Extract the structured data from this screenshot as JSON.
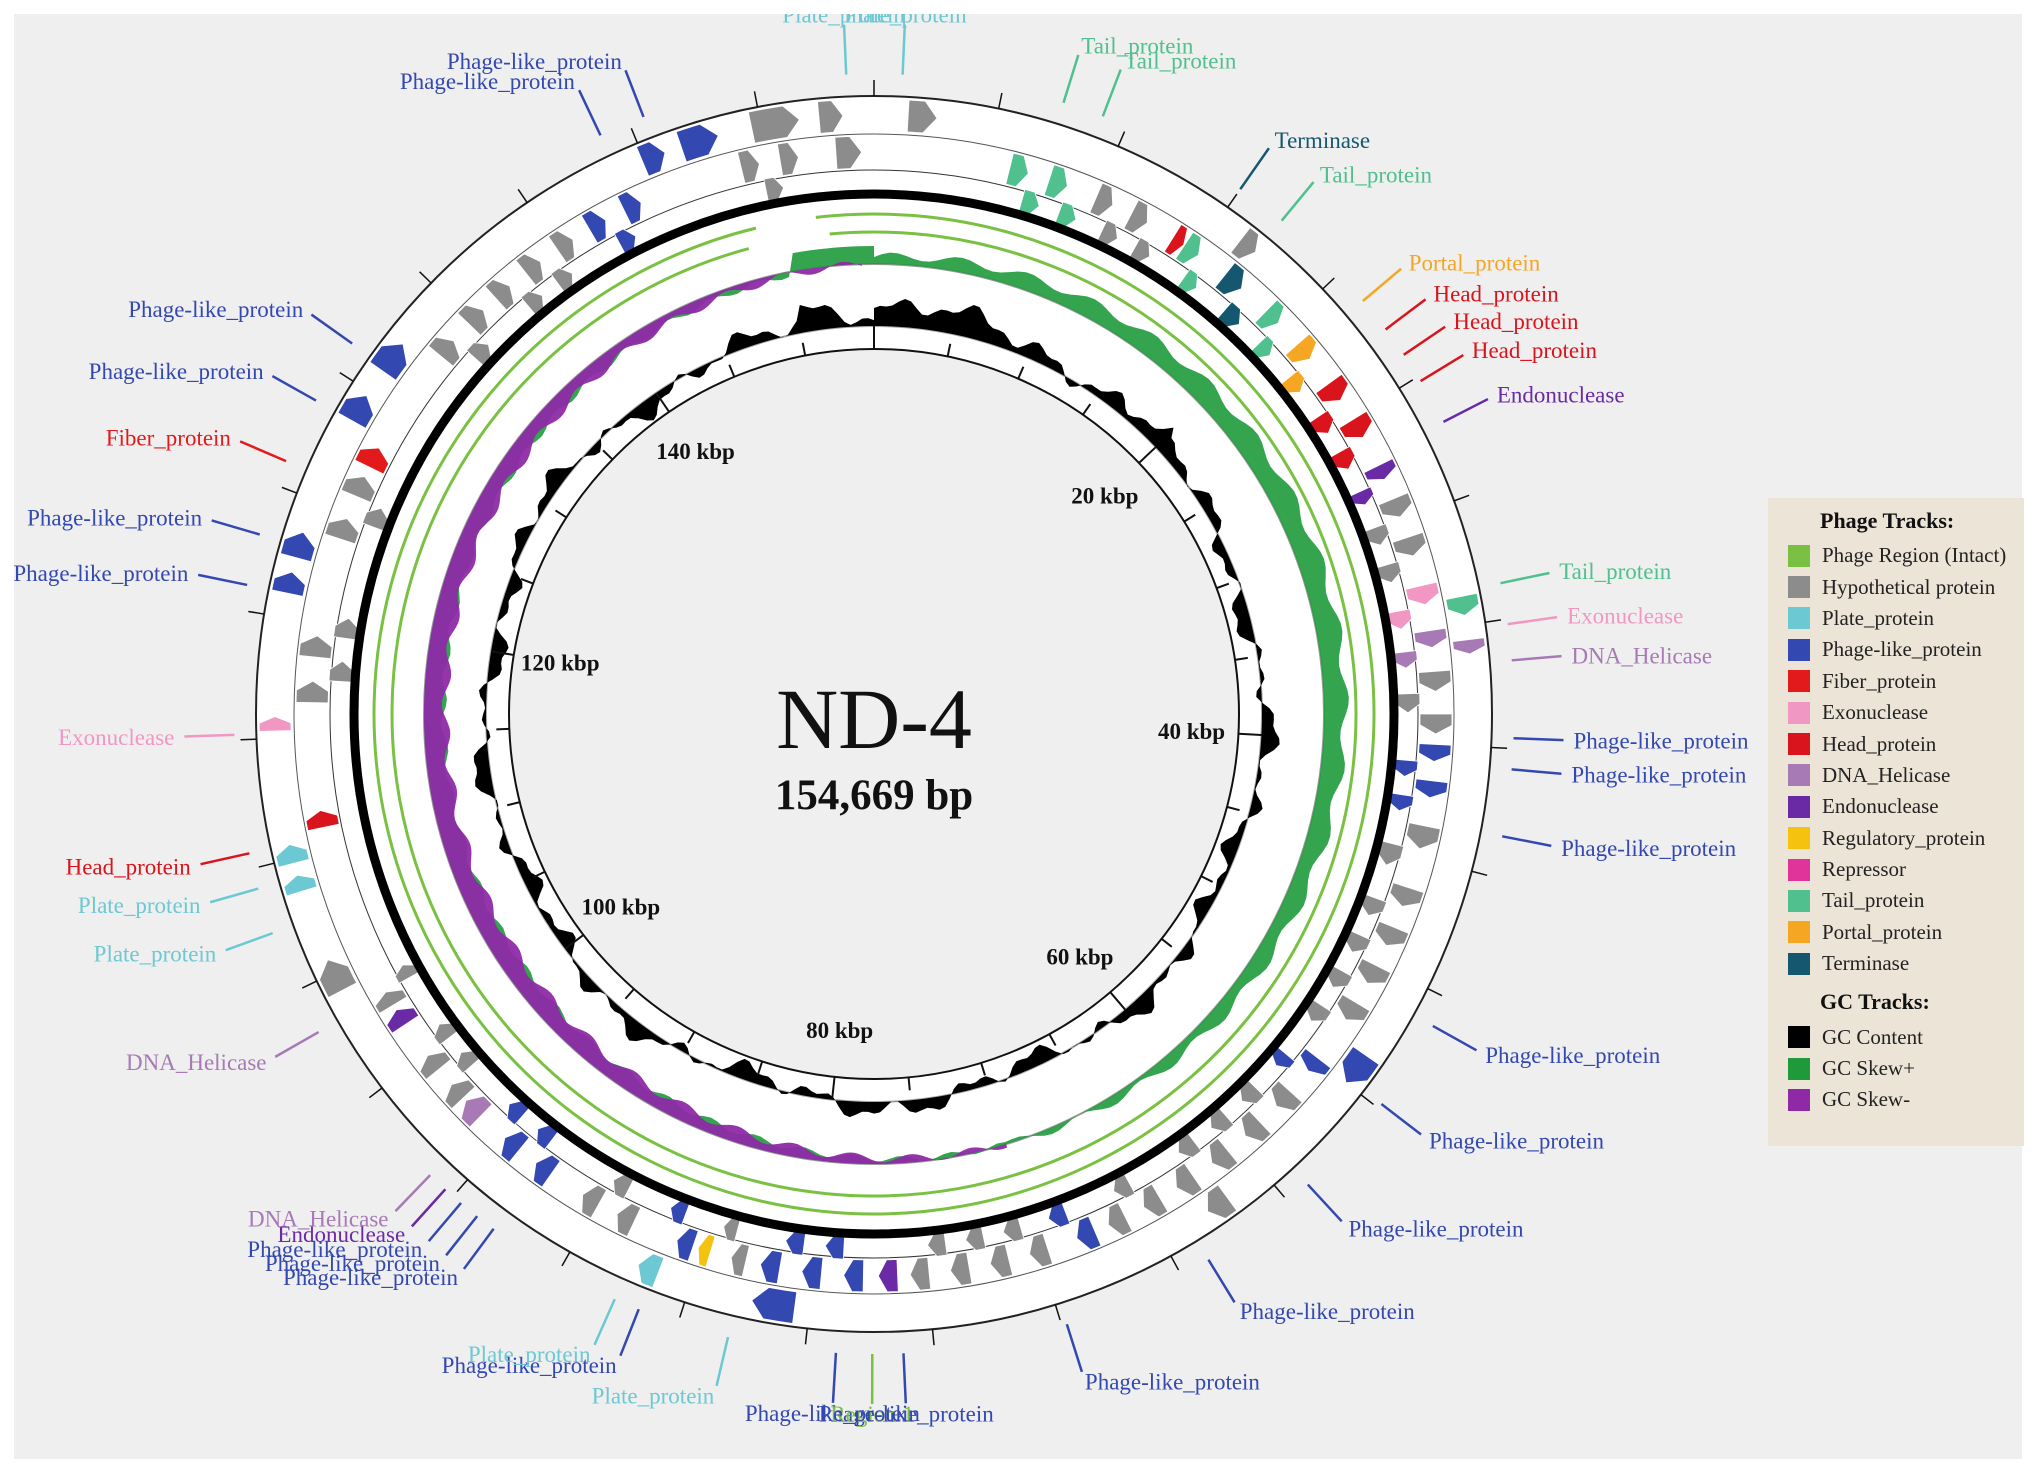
{
  "genome": {
    "name": "ND-4",
    "size_label": "154,669 bp",
    "length_bp": 154669
  },
  "colors": {
    "hypothetical": "#8c8c8c",
    "plate": "#6cc8d2",
    "phage_like": "#3348b0",
    "fiber": "#e31a1c",
    "exonuclease": "#f097c4",
    "head": "#d9141c",
    "dna_helicase": "#a77ab5",
    "endonuclease": "#6a2aa6",
    "regulatory": "#f5c30f",
    "repressor": "#e0349a",
    "tail": "#4fc08e",
    "portal": "#f5a623",
    "terminase": "#15576f",
    "region": "#7ac143",
    "gc_content": "#000000",
    "gc_skew_plus": "#1f9a3b",
    "gc_skew_minus": "#8e2aa6"
  },
  "kbp_ticks": [
    {
      "label": "20 kbp",
      "kbp": 20
    },
    {
      "label": "40 kbp",
      "kbp": 40
    },
    {
      "label": "60 kbp",
      "kbp": 60
    },
    {
      "label": "80 kbp",
      "kbp": 80
    },
    {
      "label": "100 kbp",
      "kbp": 100
    },
    {
      "label": "120 kbp",
      "kbp": 120
    },
    {
      "label": "140 kbp",
      "kbp": 140
    }
  ],
  "annotations": [
    {
      "text": "Plate_protein",
      "kbp": 1.1,
      "type": "plate"
    },
    {
      "text": "Plate_protein",
      "kbp": 153.6,
      "type": "plate"
    },
    {
      "text": "Tail_protein",
      "kbp": 7.4,
      "type": "tail"
    },
    {
      "text": "Tail_protein",
      "kbp": 9.0,
      "type": "tail"
    },
    {
      "text": "Terminase",
      "kbp": 15.0,
      "type": "terminase"
    },
    {
      "text": "Tail_protein",
      "kbp": 17.0,
      "type": "tail"
    },
    {
      "text": "Portal_protein",
      "kbp": 21.4,
      "type": "portal"
    },
    {
      "text": "Head_protein",
      "kbp": 22.8,
      "type": "head"
    },
    {
      "text": "Head_protein",
      "kbp": 24.0,
      "type": "head"
    },
    {
      "text": "Head_protein",
      "kbp": 25.2,
      "type": "head"
    },
    {
      "text": "Endonuclease",
      "kbp": 27.0,
      "type": "endonuclease"
    },
    {
      "text": "Tail_protein",
      "kbp": 33.6,
      "type": "tail"
    },
    {
      "text": "Exonuclease",
      "kbp": 35.2,
      "type": "exonuclease"
    },
    {
      "text": "DNA_Helicase",
      "kbp": 36.6,
      "type": "dna_helicase"
    },
    {
      "text": "Phage-like_protein",
      "kbp": 39.6,
      "type": "phage_like"
    },
    {
      "text": "Phage-like_protein",
      "kbp": 40.8,
      "type": "phage_like"
    },
    {
      "text": "Phage-like_protein",
      "kbp": 43.4,
      "type": "phage_like"
    },
    {
      "text": "Phage-like_protein",
      "kbp": 51.2,
      "type": "phage_like"
    },
    {
      "text": "Phage-like_protein",
      "kbp": 54.8,
      "type": "phage_like"
    },
    {
      "text": "Phage-like_protein",
      "kbp": 59.0,
      "type": "phage_like"
    },
    {
      "text": "Phage-like_protein",
      "kbp": 63.8,
      "type": "phage_like"
    },
    {
      "text": "Phage-like_protein",
      "kbp": 69.8,
      "type": "phage_like"
    },
    {
      "text": "Phage-like_protein",
      "kbp": 76.2,
      "type": "phage_like"
    },
    {
      "text": "Region 1",
      "kbp": 77.4,
      "type": "region"
    },
    {
      "text": "Phage-like_protein",
      "kbp": 78.8,
      "type": "phage_like"
    },
    {
      "text": "Plate_protein",
      "kbp": 83.0,
      "type": "plate"
    },
    {
      "text": "Phage-like_protein",
      "kbp": 86.6,
      "type": "phage_like"
    },
    {
      "text": "Plate_protein",
      "kbp": 87.6,
      "type": "plate"
    },
    {
      "text": "Phage-like_protein",
      "kbp": 93.0,
      "type": "phage_like"
    },
    {
      "text": "Phage-like_protein",
      "kbp": 93.8,
      "type": "phage_like"
    },
    {
      "text": "Phage-like_protein",
      "kbp": 94.6,
      "type": "phage_like"
    },
    {
      "text": "Endonuclease",
      "kbp": 95.4,
      "type": "endonuclease"
    },
    {
      "text": "DNA_Helicase",
      "kbp": 96.2,
      "type": "dna_helicase"
    },
    {
      "text": "DNA_Helicase",
      "kbp": 103.2,
      "type": "dna_helicase"
    },
    {
      "text": "Plate_protein",
      "kbp": 107.4,
      "type": "plate"
    },
    {
      "text": "Plate_protein",
      "kbp": 109.2,
      "type": "plate"
    },
    {
      "text": "Head_protein",
      "kbp": 110.6,
      "type": "head"
    },
    {
      "text": "Exonuclease",
      "kbp": 115.2,
      "type": "exonuclease"
    },
    {
      "text": "Phage-like_protein",
      "kbp": 121.0,
      "type": "phage_like"
    },
    {
      "text": "Phage-like_protein",
      "kbp": 123.0,
      "type": "phage_like"
    },
    {
      "text": "Fiber_protein",
      "kbp": 126.0,
      "type": "fiber"
    },
    {
      "text": "Phage-like_protein",
      "kbp": 128.6,
      "type": "phage_like"
    },
    {
      "text": "Phage-like_protein",
      "kbp": 131.2,
      "type": "phage_like"
    },
    {
      "text": "Phage-like_protein",
      "kbp": 143.8,
      "type": "phage_like"
    },
    {
      "text": "Phage-like_protein",
      "kbp": 145.6,
      "type": "phage_like"
    }
  ],
  "legend": {
    "phage_heading": "Phage Tracks:",
    "phage_items": [
      {
        "label": "Phage Region (Intact)",
        "type": "region"
      },
      {
        "label": "Hypothetical protein",
        "type": "hypothetical"
      },
      {
        "label": "Plate_protein",
        "type": "plate"
      },
      {
        "label": "Phage-like_protein",
        "type": "phage_like"
      },
      {
        "label": "Fiber_protein",
        "type": "fiber"
      },
      {
        "label": "Exonuclease",
        "type": "exonuclease"
      },
      {
        "label": "Head_protein",
        "type": "head"
      },
      {
        "label": "DNA_Helicase",
        "type": "dna_helicase"
      },
      {
        "label": "Endonuclease",
        "type": "endonuclease"
      },
      {
        "label": "Regulatory_protein",
        "type": "regulatory"
      },
      {
        "label": "Repressor",
        "type": "repressor"
      },
      {
        "label": "Tail_protein",
        "type": "tail"
      },
      {
        "label": "Portal_protein",
        "type": "portal"
      },
      {
        "label": "Terminase",
        "type": "terminase"
      }
    ],
    "gc_heading": "GC Tracks:",
    "gc_items": [
      {
        "label": "GC Content",
        "type": "gc_content"
      },
      {
        "label": "GC Skew+",
        "type": "gc_skew_plus"
      },
      {
        "label": "GC Skew-",
        "type": "gc_skew_minus"
      }
    ]
  },
  "tracks": {
    "region_gap_kbp": [
      148.8,
      151.8
    ],
    "outer_genes": [
      {
        "start": 146.6,
        "end": 148.2,
        "type": "phage_like"
      },
      {
        "start": 144.9,
        "end": 145.9,
        "type": "phage_like"
      },
      {
        "start": 131.0,
        "end": 132.4,
        "type": "phage_like"
      },
      {
        "start": 128.6,
        "end": 129.8,
        "type": "phage_like"
      },
      {
        "start": 122.5,
        "end": 123.6,
        "type": "phage_like"
      },
      {
        "start": 121.0,
        "end": 121.9,
        "type": "phage_like"
      },
      {
        "start": 115.3,
        "end": 115.9,
        "type": "exonuclease"
      },
      {
        "start": 109.8,
        "end": 110.6,
        "type": "plate"
      },
      {
        "start": 108.6,
        "end": 109.3,
        "type": "plate"
      },
      {
        "start": 104.2,
        "end": 105.6,
        "type": "hypothetical"
      },
      {
        "start": 86.4,
        "end": 87.3,
        "type": "plate"
      },
      {
        "start": 80.6,
        "end": 82.4,
        "type": "phage_like"
      },
      {
        "start": 33.8,
        "end": 34.6,
        "type": "tail"
      },
      {
        "start": 35.6,
        "end": 36.2,
        "type": "dna_helicase"
      },
      {
        "start": 53.6,
        "end": 55.0,
        "type": "phage_like"
      },
      {
        "start": 61.8,
        "end": 62.8,
        "type": "hypothetical"
      },
      {
        "start": 16.2,
        "end": 17.0,
        "type": "hypothetical"
      },
      {
        "start": 1.4,
        "end": 2.6,
        "type": "hypothetical"
      },
      {
        "start": 149.6,
        "end": 151.6,
        "type": "hypothetical"
      },
      {
        "start": 152.4,
        "end": 153.4,
        "type": "hypothetical"
      }
    ],
    "inner_genes": [
      {
        "start": 148.8,
        "end": 151.4,
        "type": "hypothetical"
      },
      {
        "start": 141.6,
        "end": 144.2,
        "type": "phage_like"
      },
      {
        "start": 136.5,
        "end": 140.8,
        "type": "hypothetical"
      },
      {
        "start": 133.0,
        "end": 135.8,
        "type": "hypothetical"
      },
      {
        "start": 127.2,
        "end": 128.2,
        "type": "fiber"
      },
      {
        "start": 123.8,
        "end": 126.8,
        "type": "hypothetical"
      },
      {
        "start": 116.5,
        "end": 120.5,
        "type": "hypothetical"
      },
      {
        "start": 111.0,
        "end": 111.8,
        "type": "head"
      },
      {
        "start": 102.6,
        "end": 104.0,
        "type": "hypothetical"
      },
      {
        "start": 101.6,
        "end": 102.4,
        "type": "endonuclease"
      },
      {
        "start": 97.5,
        "end": 100.8,
        "type": "hypothetical"
      },
      {
        "start": 96.4,
        "end": 97.4,
        "type": "dna_helicase"
      },
      {
        "start": 92.4,
        "end": 95.9,
        "type": "phage_like"
      },
      {
        "start": 88.2,
        "end": 90.8,
        "type": "hypothetical"
      },
      {
        "start": 85.4,
        "end": 87.0,
        "type": "phage_like"
      },
      {
        "start": 84.6,
        "end": 85.2,
        "type": "regulatory"
      },
      {
        "start": 83.0,
        "end": 84.4,
        "type": "hypothetical"
      },
      {
        "start": 77.8,
        "end": 82.4,
        "type": "phage_like"
      },
      {
        "start": 76.3,
        "end": 77.2,
        "type": "endonuclease"
      },
      {
        "start": 69.6,
        "end": 75.8,
        "type": "hypothetical"
      },
      {
        "start": 67.4,
        "end": 69.2,
        "type": "phage_like"
      },
      {
        "start": 64.2,
        "end": 66.8,
        "type": "hypothetical"
      },
      {
        "start": 56.8,
        "end": 63.4,
        "type": "hypothetical"
      },
      {
        "start": 54.9,
        "end": 56.4,
        "type": "phage_like"
      },
      {
        "start": 46.4,
        "end": 53.8,
        "type": "hypothetical"
      },
      {
        "start": 43.6,
        "end": 45.8,
        "type": "hypothetical"
      },
      {
        "start": 40.0,
        "end": 43.2,
        "type": "phage_like"
      },
      {
        "start": 36.8,
        "end": 39.6,
        "type": "hypothetical"
      },
      {
        "start": 35.0,
        "end": 36.6,
        "type": "dna_helicase"
      },
      {
        "start": 33.0,
        "end": 34.8,
        "type": "exonuclease"
      },
      {
        "start": 29.0,
        "end": 32.6,
        "type": "hypothetical"
      },
      {
        "start": 27.4,
        "end": 28.8,
        "type": "endonuclease"
      },
      {
        "start": 23.2,
        "end": 27.0,
        "type": "head"
      },
      {
        "start": 21.0,
        "end": 22.8,
        "type": "portal"
      },
      {
        "start": 19.0,
        "end": 20.6,
        "type": "tail"
      },
      {
        "start": 16.6,
        "end": 18.6,
        "type": "terminase"
      },
      {
        "start": 14.4,
        "end": 16.0,
        "type": "tail"
      },
      {
        "start": 13.8,
        "end": 14.4,
        "type": "head"
      },
      {
        "start": 10.0,
        "end": 13.4,
        "type": "hypothetical"
      },
      {
        "start": 6.0,
        "end": 9.6,
        "type": "tail"
      },
      {
        "start": 153.0,
        "end": 154.2,
        "type": "hypothetical"
      }
    ]
  }
}
